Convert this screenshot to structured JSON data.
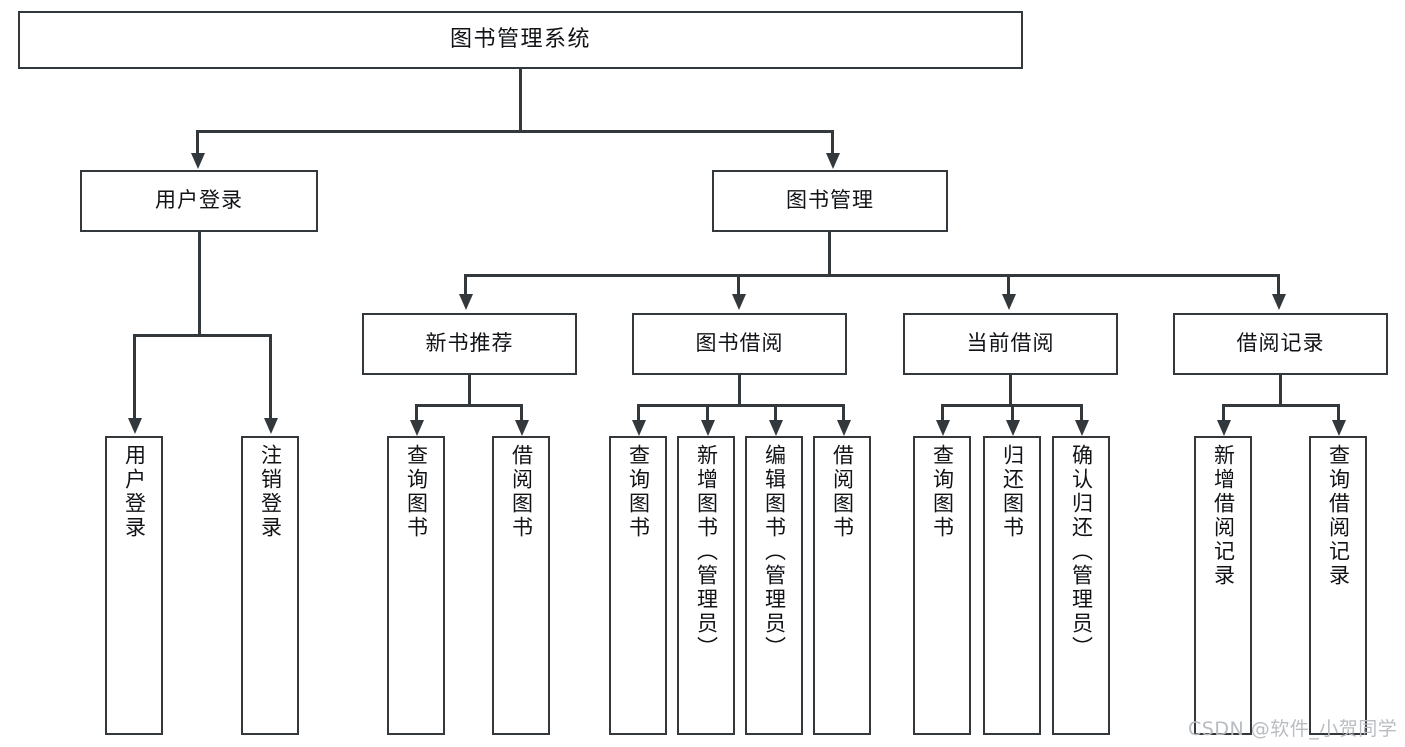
{
  "diagram": {
    "type": "tree",
    "title": "图书管理系统",
    "orientation": "top-down",
    "root": {
      "id": "root",
      "label": "图书管理系统"
    },
    "level2": [
      {
        "id": "user-login",
        "label": "用户登录"
      },
      {
        "id": "book-manage",
        "label": "图书管理"
      }
    ],
    "level3": [
      {
        "id": "new-book-recommend",
        "label": "新书推荐"
      },
      {
        "id": "book-borrow",
        "label": "图书借阅"
      },
      {
        "id": "current-borrow",
        "label": "当前借阅"
      },
      {
        "id": "borrow-record",
        "label": "借阅记录"
      }
    ],
    "leaves": {
      "user_login": [
        {
          "id": "leaf-user-login",
          "label": "用户登录"
        },
        {
          "id": "leaf-logout-login",
          "label": "注销登录"
        }
      ],
      "new_book_recommend": [
        {
          "id": "leaf-query-book-1",
          "label": "查询图书"
        },
        {
          "id": "leaf-borrow-book-1",
          "label": "借阅图书"
        }
      ],
      "book_borrow": [
        {
          "id": "leaf-query-book-2",
          "label": "查询图书"
        },
        {
          "id": "leaf-add-book",
          "label": "新增图书（管理员）"
        },
        {
          "id": "leaf-edit-book",
          "label": "编辑图书（管理员）"
        },
        {
          "id": "leaf-borrow-book-2",
          "label": "借阅图书"
        }
      ],
      "current_borrow": [
        {
          "id": "leaf-query-book-3",
          "label": "查询图书"
        },
        {
          "id": "leaf-return-book",
          "label": "归还图书"
        },
        {
          "id": "leaf-confirm-return",
          "label": "确认归还（管理员）"
        }
      ],
      "borrow_record": [
        {
          "id": "leaf-add-record",
          "label": "新增借阅记录"
        },
        {
          "id": "leaf-query-record",
          "label": "查询借阅记录"
        }
      ]
    }
  },
  "watermark": {
    "text": "CSDN @软件_小贺同学"
  },
  "colors": {
    "line": "#33383d",
    "box_border": "#33383d",
    "box_fill": "#ffffff",
    "text": "#111317",
    "watermark": "#b9bcc0",
    "background": "#ffffff"
  }
}
